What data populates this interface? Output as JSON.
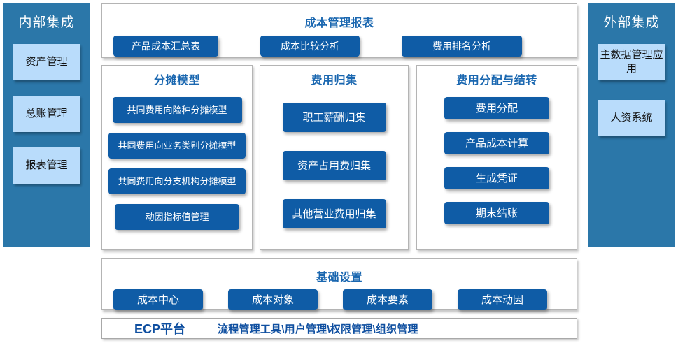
{
  "sidebars": {
    "left": {
      "title": "内部集成",
      "items": [
        {
          "label": "资产管理"
        },
        {
          "label": "总账管理"
        },
        {
          "label": "报表管理"
        }
      ]
    },
    "right": {
      "title": "外部集成",
      "items": [
        {
          "label": "主数据管理应用"
        },
        {
          "label": "人资系统"
        }
      ]
    }
  },
  "panels": {
    "reports": {
      "title": "成本管理报表",
      "buttons": [
        {
          "label": "产品成本汇总表"
        },
        {
          "label": "成本比较分析"
        },
        {
          "label": "费用排名分析"
        }
      ]
    },
    "allocation": {
      "title": "分摊模型",
      "buttons": [
        {
          "label": "共同费用向险种分摊模型"
        },
        {
          "label": "共同费用向业务类别分摊模型"
        },
        {
          "label": "共同费用向分支机构分摊模型"
        },
        {
          "label": "动因指标值管理"
        }
      ]
    },
    "collection": {
      "title": "费用归集",
      "buttons": [
        {
          "label": "职工薪酬归集"
        },
        {
          "label": "资产占用费归集"
        },
        {
          "label": "其他营业费用归集"
        }
      ]
    },
    "distribution": {
      "title": "费用分配与结转",
      "buttons": [
        {
          "label": "费用分配"
        },
        {
          "label": "产品成本计算"
        },
        {
          "label": "生成凭证"
        },
        {
          "label": "期末结账"
        }
      ]
    },
    "basic": {
      "title": "基础设置",
      "buttons": [
        {
          "label": "成本中心"
        },
        {
          "label": "成本对象"
        },
        {
          "label": "成本要素"
        },
        {
          "label": "成本动因"
        }
      ]
    }
  },
  "platform_bar": {
    "name": "ECP平台",
    "description": "流程管理工具\\用户管理\\权限管理\\组织管理"
  },
  "colors": {
    "sidebar_bg": "#2b77a9",
    "sidebar_button_bg": "#b9dcfb",
    "action_button_bg": "#0f5ca6",
    "panel_title": "#1a67b0",
    "platform_text": "#0f4fa0",
    "panel_border": "#b4b4b4",
    "page_bg": "#ffffff"
  }
}
